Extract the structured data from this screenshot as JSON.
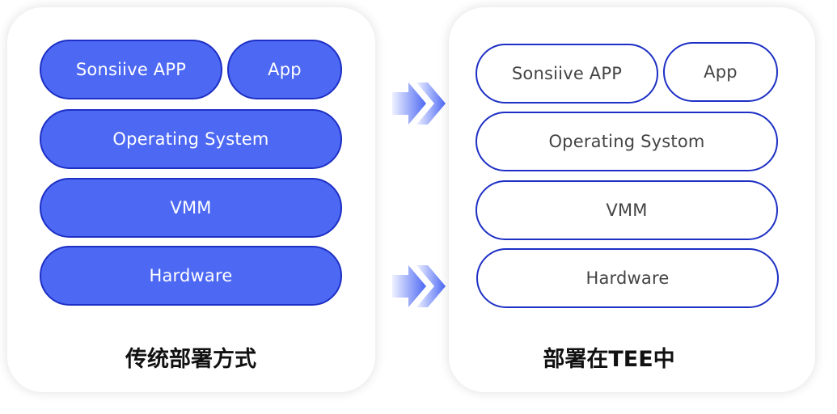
{
  "left": {
    "layers": {
      "sensitive_app": "Sonsiive APP",
      "app": "App",
      "os": "Operating System",
      "vmm": "VMM",
      "hardware": "Hardware"
    },
    "caption": "传统部署方式"
  },
  "right": {
    "layers": {
      "sensitive_app": "Sonsiive APP",
      "app": "App",
      "os": "Operating Systom",
      "vmm": "VMM",
      "hardware": "Hardware"
    },
    "caption": "部署在TEE中"
  },
  "colors": {
    "fill": "#4d69f4",
    "border": "#1d2fc4",
    "arrow_light": "#e8ecff",
    "arrow_dark": "#4d69f4"
  },
  "icons": [
    "double-chevron-right-arrow"
  ]
}
